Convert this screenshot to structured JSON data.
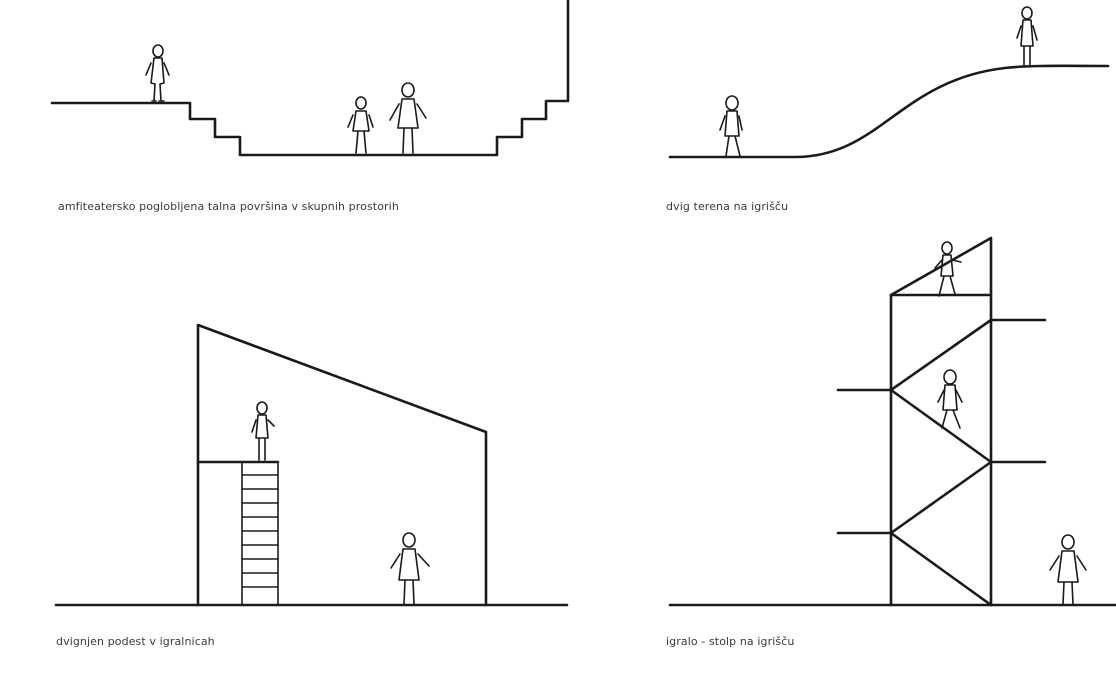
{
  "captions": {
    "amphitheater": "amfiteatersko poglobljena talna površina v skupnih prostorih",
    "terrain": "dvig terena na igrišču",
    "platform": "dvignjen podest v igralnicah",
    "tower": "igralo - stolp na igrišču"
  }
}
